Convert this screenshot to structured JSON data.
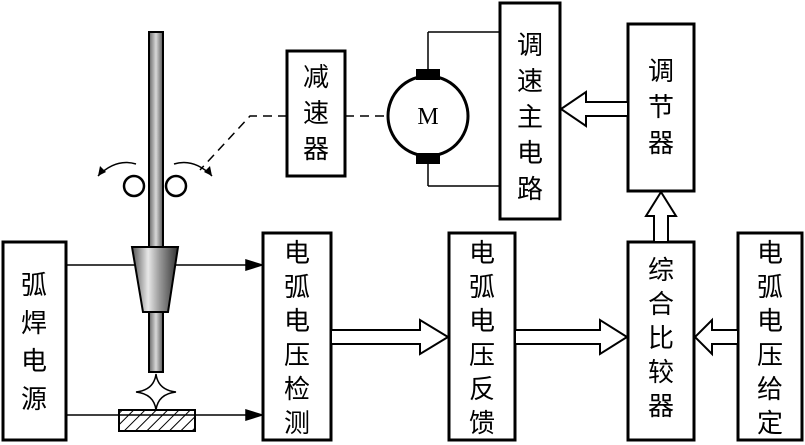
{
  "blocks": {
    "arc_power_source": "弧焊电源",
    "arc_voltage_detect": "电弧电压检测",
    "arc_voltage_feedback": "电弧电压反馈",
    "comparator": "综合比较器",
    "arc_voltage_setpoint": "电弧电压给定",
    "regulator": "调节器",
    "speed_control_circuit": "调速主电路",
    "reducer": "减速器"
  },
  "motor": {
    "label": "M"
  }
}
